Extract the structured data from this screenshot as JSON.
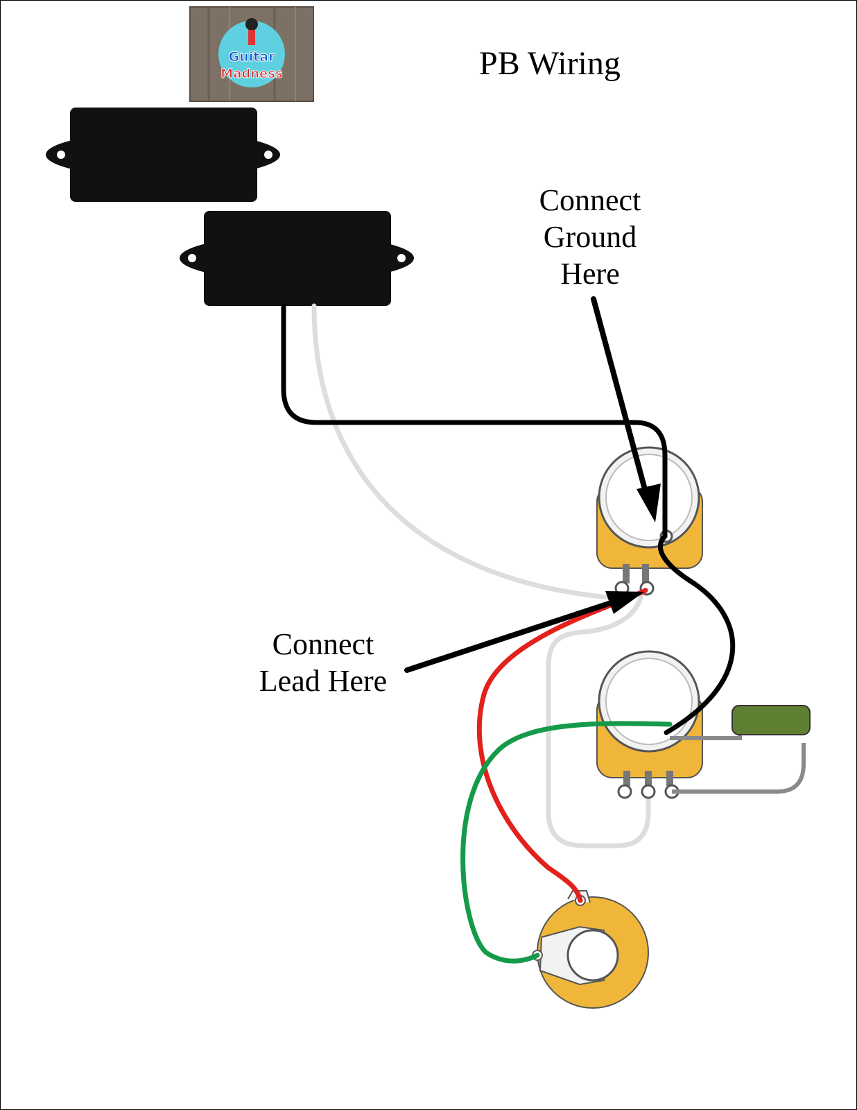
{
  "title": "PB Wiring",
  "logo": {
    "line1": "Guitar",
    "line2": "Madness"
  },
  "annotations": {
    "ground": [
      "Connect",
      "Ground",
      "Here"
    ],
    "lead": [
      "Connect",
      "Lead Here"
    ]
  },
  "colors": {
    "pickup": "#111111",
    "pot_body": "#f0b63a",
    "pot_cap": "#f2f2f2",
    "wire_black": "#000000",
    "wire_white": "#dddddd",
    "wire_red": "#e2211c",
    "wire_green": "#159a4a",
    "wire_gray": "#8a8a8a",
    "capacitor": "#5f7f33"
  }
}
